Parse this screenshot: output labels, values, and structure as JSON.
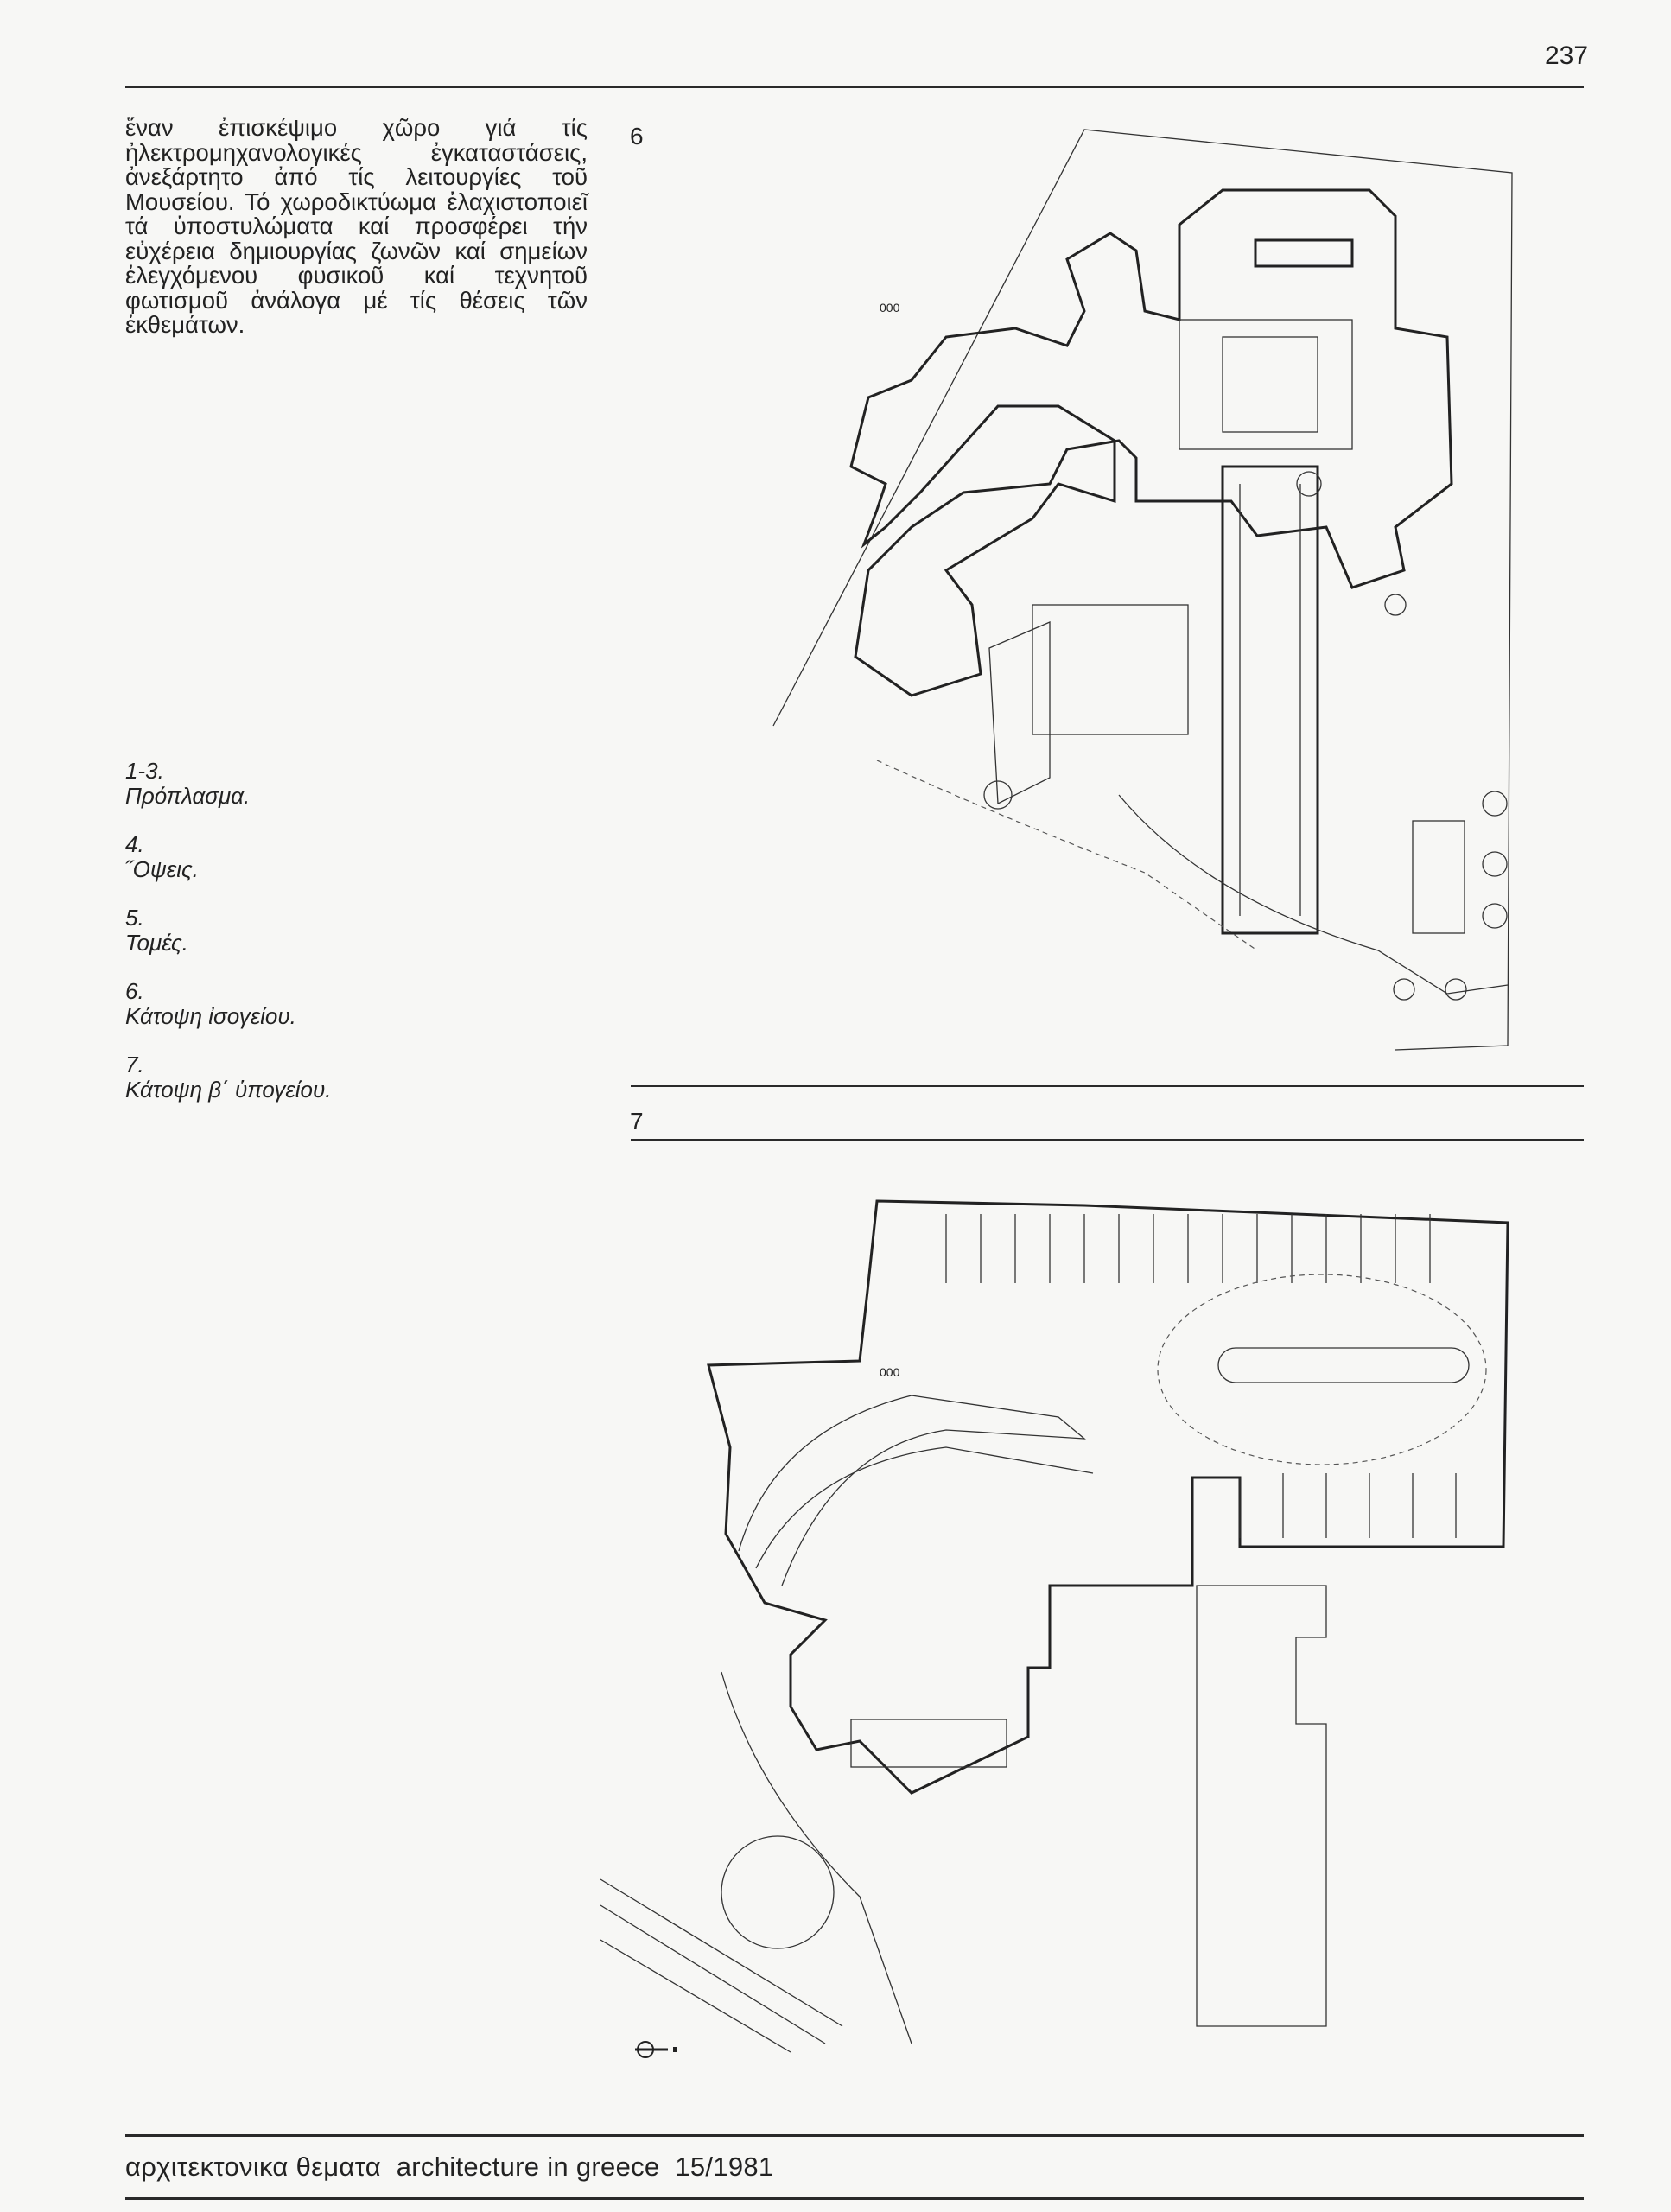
{
  "page": {
    "number": "237",
    "body_text": "ἕναν ἐπισκέψιμο χῶρο γιά τίς ἠλεκτρομηχανολογικές ἐγκαταστάσεις, ἀνεξάρτητο ἀπό τίς λειτουργίες τοῦ Μουσείου. Τό χωροδικτύωμα ἐλαχιστοποιεῖ τά ὑποστυλώματα καί προσφέρει τήν εὐχέρεια δημιουργίας ζωνῶν καί σημείων ἐλεγχόμενου φυσικοῦ καί τεχνητοῦ φωτισμοῦ ἀνάλογα μέ τίς θέσεις τῶν ἐκθεμάτων."
  },
  "captions": [
    {
      "num": "1-3.",
      "text": "Πρόπλασμα."
    },
    {
      "num": "4.",
      "text": "˝Οψεις."
    },
    {
      "num": "5.",
      "text": "Τομές."
    },
    {
      "num": "6.",
      "text": "Κάτοψη ἰσογείου."
    },
    {
      "num": "7.",
      "text": "Κάτοψη β΄ ὑπογείου."
    }
  ],
  "figures": [
    {
      "num": "6",
      "scale_label": "000",
      "icon": "ground-floor-plan"
    },
    {
      "num": "7",
      "scale_label": "000",
      "icon": "basement-plan"
    }
  ],
  "footer": {
    "text": "αρχιτεκτονικα θεματα  architecture in greece  15/1981"
  }
}
